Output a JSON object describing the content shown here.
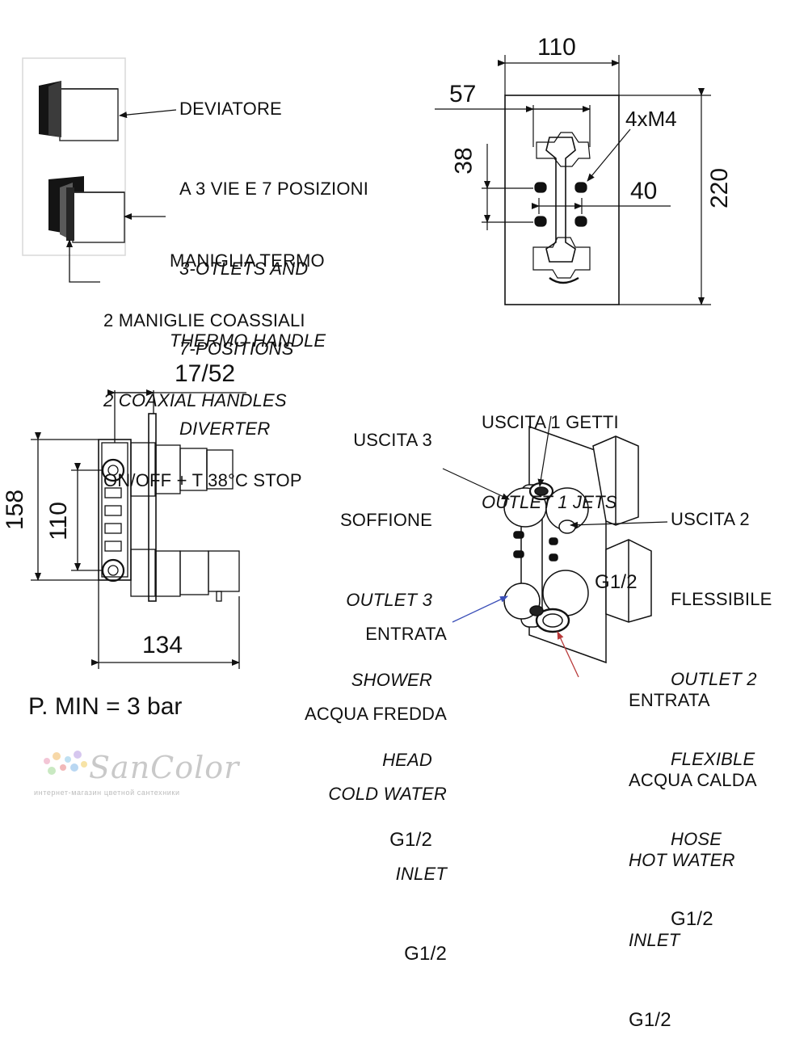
{
  "top_left": {
    "diverter": {
      "it_line1": "DEVIATORE",
      "it_line2": "A 3 VIE E 7 POSIZIONI",
      "en_line1": "3-OTLETS AND",
      "en_line2": "7-POSITIONS",
      "en_line3": "DIVERTER"
    },
    "thermo": {
      "it": "MANIGLIA TERMO",
      "en": "THERMO HANDLE"
    },
    "coaxial": {
      "it": "2 MANIGLIE COASSIALI",
      "en": "2 COAXIAL HANDLES",
      "spec": "ON/OFF + T 38°C STOP"
    }
  },
  "front_view": {
    "width": "110",
    "inner_width": "57",
    "screw": "4xM4",
    "spacing_v": "38",
    "spacing_h": "40",
    "height": "220"
  },
  "side_view": {
    "depth": "17/52",
    "height": "158",
    "inlet_spacing": "110",
    "length": "134"
  },
  "outlets": {
    "outlet1": {
      "it": "USCITA 1 GETTI",
      "en": "OUTLET 1 JETS",
      "size": "G1/2"
    },
    "outlet3": {
      "it1": "USCITA 3",
      "it2": "SOFFIONE",
      "en1": "OUTLET 3",
      "en2": "SHOWER",
      "en3": "HEAD",
      "size": "G1/2"
    },
    "outlet2": {
      "it1": "USCITA 2",
      "it2": "FLESSIBILE",
      "en1": "OUTLET 2",
      "en2": "FLEXIBLE",
      "en3": "HOSE",
      "size": "G1/2"
    },
    "cold": {
      "it1": "ENTRATA",
      "it2": "ACQUA FREDDA",
      "en1": "COLD WATER",
      "en2": "INLET",
      "size": "G1/2"
    },
    "hot": {
      "it1": "ENTRATA",
      "it2": "ACQUA CALDA",
      "en1": "HOT WATER",
      "en2": "INLET",
      "size": "G1/2"
    }
  },
  "pressure": "P. MIN = 3 bar",
  "logo": {
    "name": "SanColor",
    "tagline": "интернет-магазин цветной сантехники"
  },
  "colors": {
    "line": "#111111",
    "cold_arrow": "#3b4fb8",
    "hot_arrow": "#b83a3a",
    "logo": "#c9c9c9"
  }
}
